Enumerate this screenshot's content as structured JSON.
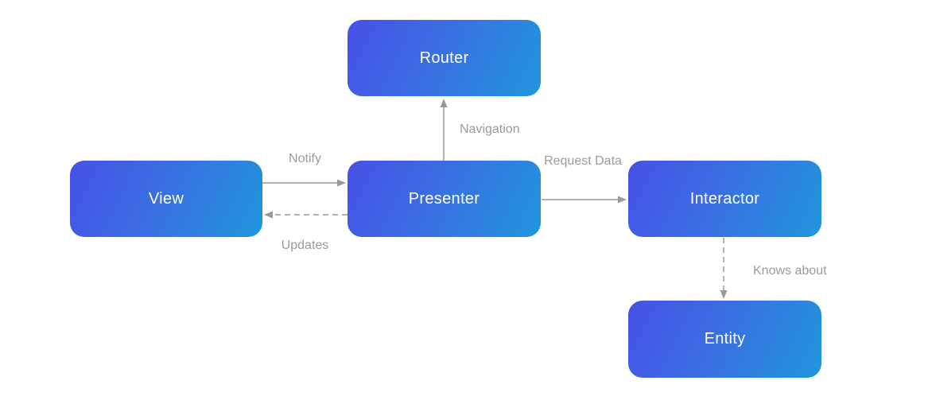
{
  "diagram": {
    "nodes": [
      {
        "id": "router",
        "label": "Router"
      },
      {
        "id": "view",
        "label": "View"
      },
      {
        "id": "presenter",
        "label": "Presenter"
      },
      {
        "id": "interactor",
        "label": "Interactor"
      },
      {
        "id": "entity",
        "label": "Entity"
      }
    ],
    "edges": [
      {
        "from": "view",
        "to": "presenter",
        "label": "Notify",
        "style": "solid"
      },
      {
        "from": "presenter",
        "to": "view",
        "label": "Updates",
        "style": "dashed"
      },
      {
        "from": "presenter",
        "to": "router",
        "label": "Navigation",
        "style": "solid"
      },
      {
        "from": "presenter",
        "to": "interactor",
        "label": "Request Data",
        "style": "solid"
      },
      {
        "from": "interactor",
        "to": "entity",
        "label": "Knows about",
        "style": "dashed"
      }
    ],
    "colors": {
      "node_gradient_start": "#4651e7",
      "node_gradient_end": "#1f97dc",
      "node_text": "#ffffff",
      "edge_line": "#999999",
      "edge_label_text": "#9b9b9b",
      "background": "#ffffff"
    }
  }
}
